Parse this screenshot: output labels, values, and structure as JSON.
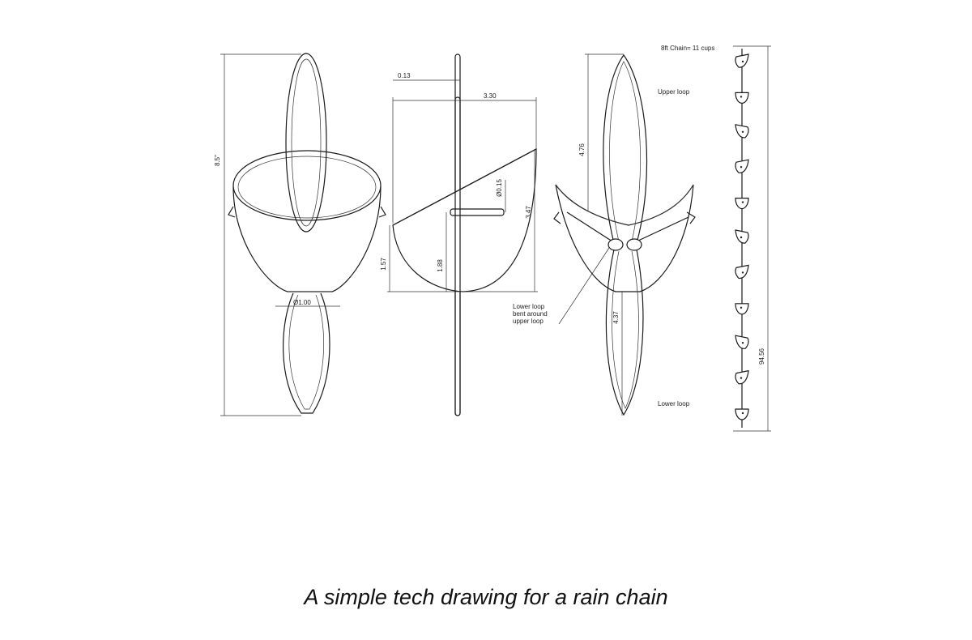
{
  "caption": "A simple tech drawing for a rain chain",
  "front_view": {
    "height_dim": "8.5\"",
    "loop_dia_dim": "Ø1.00"
  },
  "side_view": {
    "rod_offset_dim": "0.13",
    "width_dim": "3.30",
    "rod_dia_dim": "Ø0.15",
    "cup_height_dim": "3.47",
    "low_side_dim": "1.57",
    "pin_height_dim": "1.88"
  },
  "perspective_view": {
    "upper_loop_dim": "4.76",
    "lower_loop_dim": "4.37",
    "label_lower_loop_bent": [
      "Lower loop",
      "bent around",
      "upper loop"
    ],
    "label_upper_loop": "Upper loop",
    "label_lower_loop": "Lower loop"
  },
  "chain_view": {
    "title": "8ft Chain= 11 cups",
    "total_length_dim": "94.56",
    "cup_count": 11
  }
}
